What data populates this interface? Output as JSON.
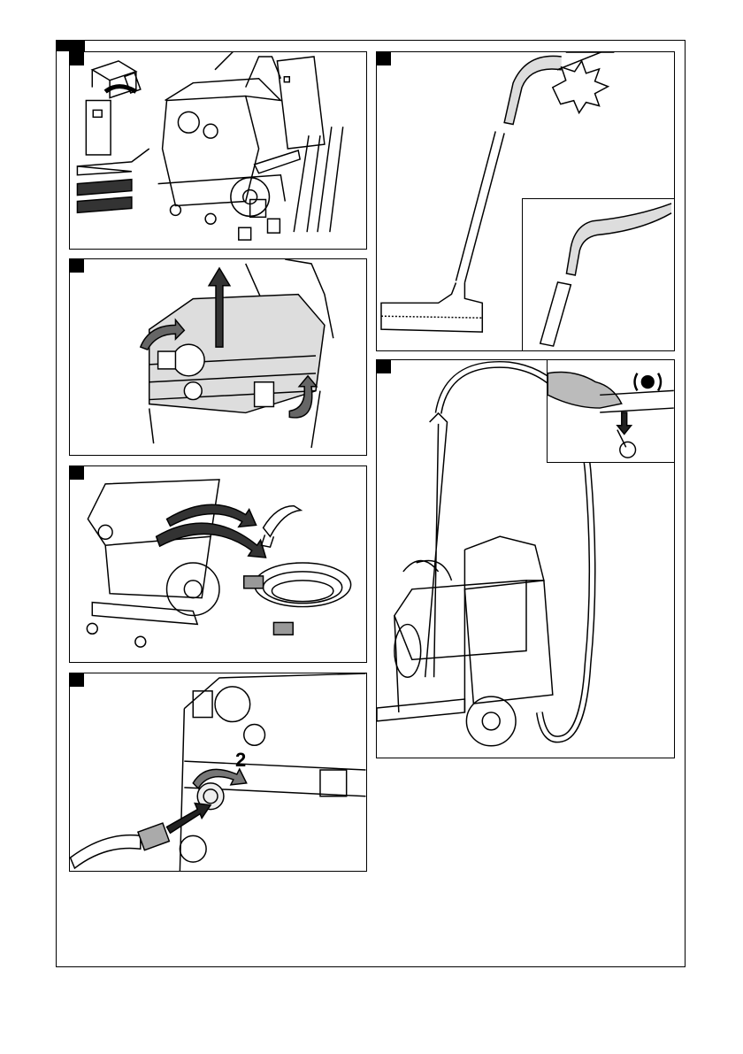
{
  "figure": {
    "panels": [
      {
        "id": "unpacking",
        "icons": [
          "open-box-icon",
          "vacuum-cleaner",
          "hoses",
          "floor-nozzle",
          "filter-bag",
          "document"
        ]
      },
      {
        "id": "remove-head",
        "icons": [
          "lift-arrow-icon",
          "rotate-arrow-icon"
        ]
      },
      {
        "id": "remove-accessories",
        "icons": [
          "remove-arrow-icon",
          "hose",
          "handle"
        ]
      },
      {
        "id": "connect-hose",
        "icons": [
          "push-arrow-icon",
          "rotate-arrow-icon"
        ],
        "step_label": "2"
      },
      {
        "id": "assemble-tube",
        "icons": [
          "click-sound-icon",
          "floor-nozzle"
        ]
      },
      {
        "id": "crevice-nozzle",
        "icons": [
          "crevice-nozzle"
        ]
      },
      {
        "id": "assembled-vacuum",
        "icons": [
          "vacuum-cleaner"
        ]
      },
      {
        "id": "wheel-brake",
        "icons": [
          "vibration-icon",
          "press-arrow-icon"
        ]
      }
    ]
  }
}
